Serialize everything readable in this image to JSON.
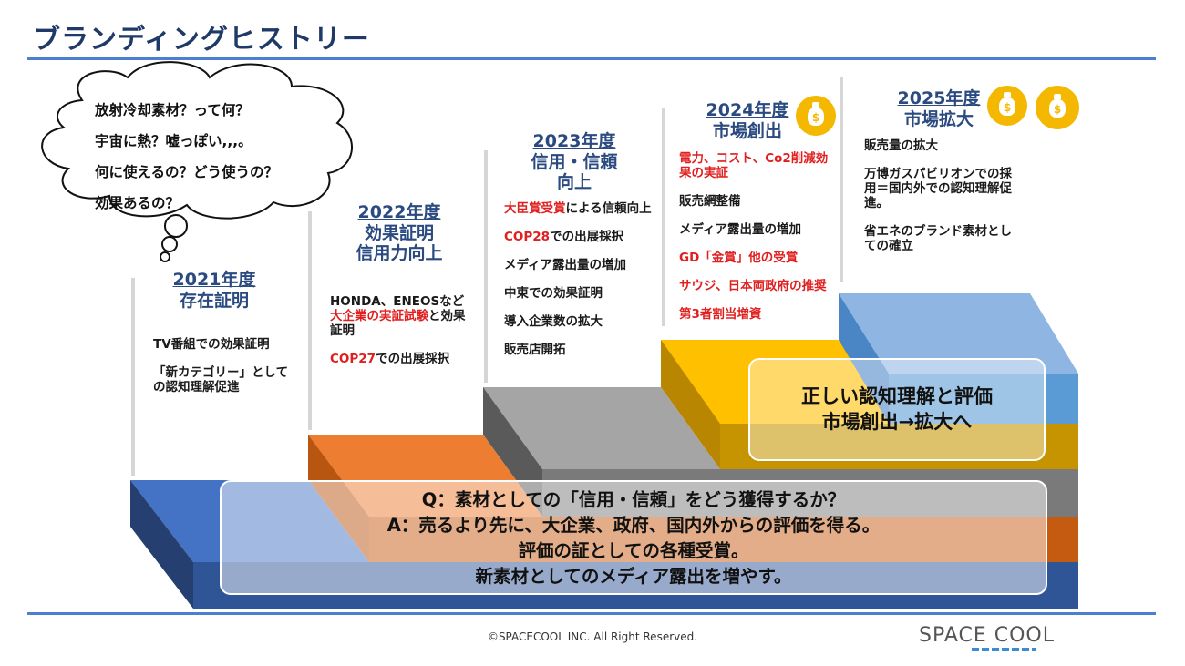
{
  "title": "ブランディングヒストリー",
  "thought_lines": [
    "放射冷却素材？って何？",
    "宇宙に熱？嘘っぽい,,,。",
    "何に使えるの？どう使うの？",
    "効果あるの？"
  ],
  "y2021": {
    "year": "2021年度",
    "sub": "存在証明",
    "items": [
      "TV番組での効果証明",
      "「新カテゴリー」としての認知理解促進"
    ]
  },
  "y2022": {
    "year": "2022年度",
    "sub1": "効果証明",
    "sub2": "信用力向上",
    "i1_a": "HONDA、ENEOSなど",
    "i1_red": "大企業の実証試験",
    "i1_b": "と効果証明",
    "i2_red": "COP27",
    "i2_b": "での出展採択"
  },
  "y2023": {
    "year": "2023年度",
    "sub1": "信用・信頼",
    "sub2": "向上",
    "i1_red": "大臣賞受賞",
    "i1_b": "による信頼向上",
    "i2_red": "COP28",
    "i2_b": "での出展採択",
    "items": [
      "メディア露出量の増加",
      "中東での効果証明",
      "導入企業数の拡大",
      "販売店開拓"
    ]
  },
  "y2024": {
    "year": "2024年度",
    "sub": "市場創出",
    "i1": "電力、コスト、Co2削減効果の実証",
    "i2": "販売網整備",
    "i3": "メディア露出量の増加",
    "i4": "GD「金賞」他の受賞",
    "i5": "サウジ、日本両政府の推奨",
    "i6": "第3者割当増資"
  },
  "y2025": {
    "year": "2025年度",
    "sub": "市場拡大",
    "items": [
      "販売量の拡大",
      "万博ガスパビリオンでの採用＝国内外での認知理解促進。",
      "省エネのブランド素材としての確立"
    ]
  },
  "coin_symbol": "$",
  "right_box": {
    "l1": "正しい認知理解と評価",
    "l2": "市場創出→拡大へ"
  },
  "bottom_box": {
    "l1": "Q：素材としての「信用・信頼」をどう獲得するか？",
    "l2": "A：売るより先に、大企業、政府、国内外からの評価を得る。",
    "l3": "評価の証としての各種受賞。",
    "l4": "新素材としてのメディア露出を増やす。"
  },
  "footer": "©SPACECOOL INC. All Right Reserved.",
  "logo": "SPACE COOL",
  "colors": {
    "blue": "#4472c4",
    "orange": "#ed7d31",
    "gray": "#a5a5a5",
    "gold": "#ffc000",
    "lightblue": "#5b9bd5",
    "title": "#1f3a68"
  }
}
